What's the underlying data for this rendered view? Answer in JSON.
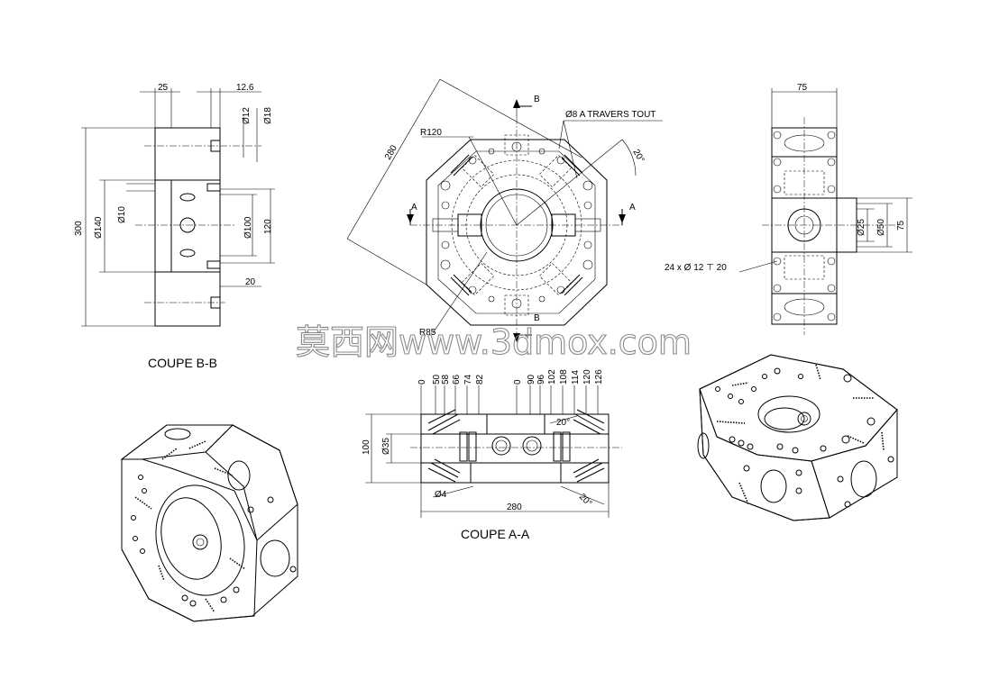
{
  "section_bb": {
    "caption": "COUPE B-B",
    "dims": {
      "d25": "25",
      "d12_6": "12.6",
      "phi12": "Ø12",
      "phi18": "Ø18",
      "d300": "300",
      "phi140": "Ø140",
      "phi10": "Ø10",
      "phi100": "Ø100",
      "d120": "120",
      "d20": "20"
    }
  },
  "front_view": {
    "dims": {
      "d280": "280",
      "r120": "R120",
      "r85": "R85",
      "holes": "Ø8 A TRAVERS TOUT",
      "angle": "20°"
    },
    "labels": {
      "b_top": "B",
      "b_bottom": "B",
      "a_left": "A",
      "a_right": "A"
    }
  },
  "side_view": {
    "dims": {
      "d75_top": "75",
      "phi25": "Ø25",
      "phi50": "Ø50",
      "d75_right": "75",
      "holes": "24 x Ø 12 ⊤ 20"
    }
  },
  "section_aa": {
    "caption": "COUPE A-A",
    "ordinates_left": [
      "0",
      "50",
      "58",
      "66",
      "74",
      "82"
    ],
    "ordinates_right": [
      "0",
      "90",
      "96",
      "102",
      "108",
      "114",
      "120",
      "126"
    ],
    "dims": {
      "d100": "100",
      "phi35": "Ø35",
      "phi4": "Ø4",
      "d280": "280",
      "angle_top": "20°",
      "angle_bottom": "20°"
    }
  },
  "watermark": "莫西网www.3dmox.com"
}
